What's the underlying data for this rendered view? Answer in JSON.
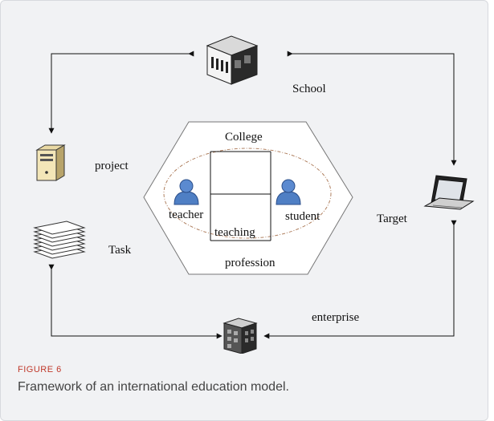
{
  "labels": {
    "school": "School",
    "project": "project",
    "task": "Task",
    "target": "Target",
    "enterprise": "enterprise",
    "college": "College",
    "teacher": "teacher",
    "student": "student",
    "teaching": "teaching",
    "profession": "profession"
  },
  "icons": {
    "school": "school-building-icon",
    "project": "server-tower-icon",
    "task": "document-stack-icon",
    "target": "laptop-icon",
    "enterprise": "office-building-icon",
    "teacher": "person-icon",
    "student": "person-icon"
  },
  "caption": {
    "label": "FIGURE 6",
    "text": "Framework of an international education model."
  },
  "colors": {
    "panel": "#f1f2f4",
    "caption_label": "#c0392b",
    "person": "#4f7fc4",
    "ellipse": "#b08060"
  }
}
